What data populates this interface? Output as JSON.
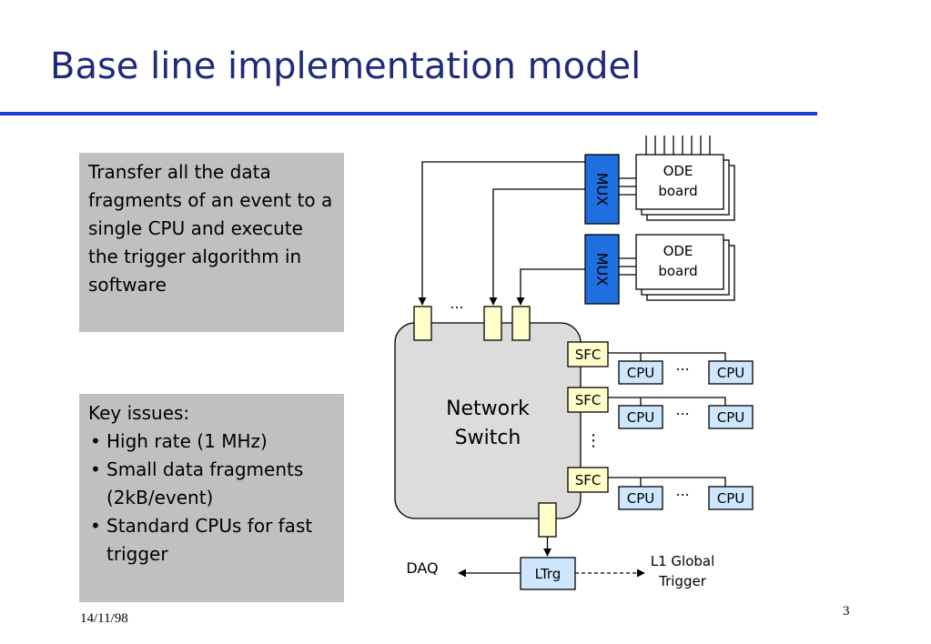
{
  "slide": {
    "title": "Base line implementation model",
    "date": "14/11/98",
    "page_number": "3"
  },
  "panel_transfer": {
    "text": "Transfer all the data fragments of an event to a single CPU and execute the trigger algorithm in software"
  },
  "panel_issues": {
    "heading": "Key issues:",
    "items": [
      "High rate (1 MHz)",
      "Small data fragments (2kB/event)",
      "Standard CPUs for fast trigger"
    ]
  },
  "diagram": {
    "switch_label_line1": "Network",
    "switch_label_line2": "Switch",
    "mux_label": "MUX",
    "ode_line1": "ODE",
    "ode_line2": "board",
    "sfc_label": "SFC",
    "cpu_label": "CPU",
    "ellipsis": "...",
    "vertical_ellipsis": "⋮",
    "ltrg_label": "LTrg",
    "daq_label": "DAQ",
    "l1_line1": "L1 Global",
    "l1_line2": "Trigger"
  },
  "colors": {
    "title": "#1f2a7a",
    "title_rule": "#1d3fd6",
    "panel_gray": "#c0c0c0",
    "switch_fill": "#dcdcdc",
    "port_fill": "#ffffcc",
    "mux_fill": "#1f6fe0",
    "cpu_fill": "#cfe6ff",
    "ltrg_fill": "#cfe6ff"
  }
}
